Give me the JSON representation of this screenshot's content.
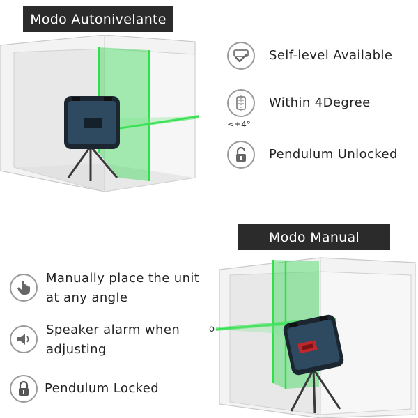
{
  "sections": {
    "auto": {
      "title": "Modo Autonivelante",
      "features": [
        {
          "icon": "self-level-icon",
          "label": "Self-level Available"
        },
        {
          "icon": "tilt-angle-icon",
          "label": "Within 4Degree",
          "note": "≤±4°"
        },
        {
          "icon": "unlocked-padlock-icon",
          "label": "Pendulum Unlocked"
        }
      ]
    },
    "manual": {
      "title": "Modo Manual",
      "features": [
        {
          "icon": "hand-pointer-icon",
          "label_line1": "Manually place the unit",
          "label_line2": "at any angle"
        },
        {
          "icon": "speaker-icon",
          "label_line1": "Speaker alarm when",
          "label_line2": "adjusting"
        },
        {
          "icon": "locked-padlock-icon",
          "label": "Pendulum Locked"
        }
      ],
      "side_mark": "o"
    }
  },
  "colors": {
    "banner_bg": "#2b2b2b",
    "laser_green": "#2ee04a",
    "room_wall": "#f0f0f0",
    "device_body": "#233240",
    "device_red": "#c0272d"
  }
}
